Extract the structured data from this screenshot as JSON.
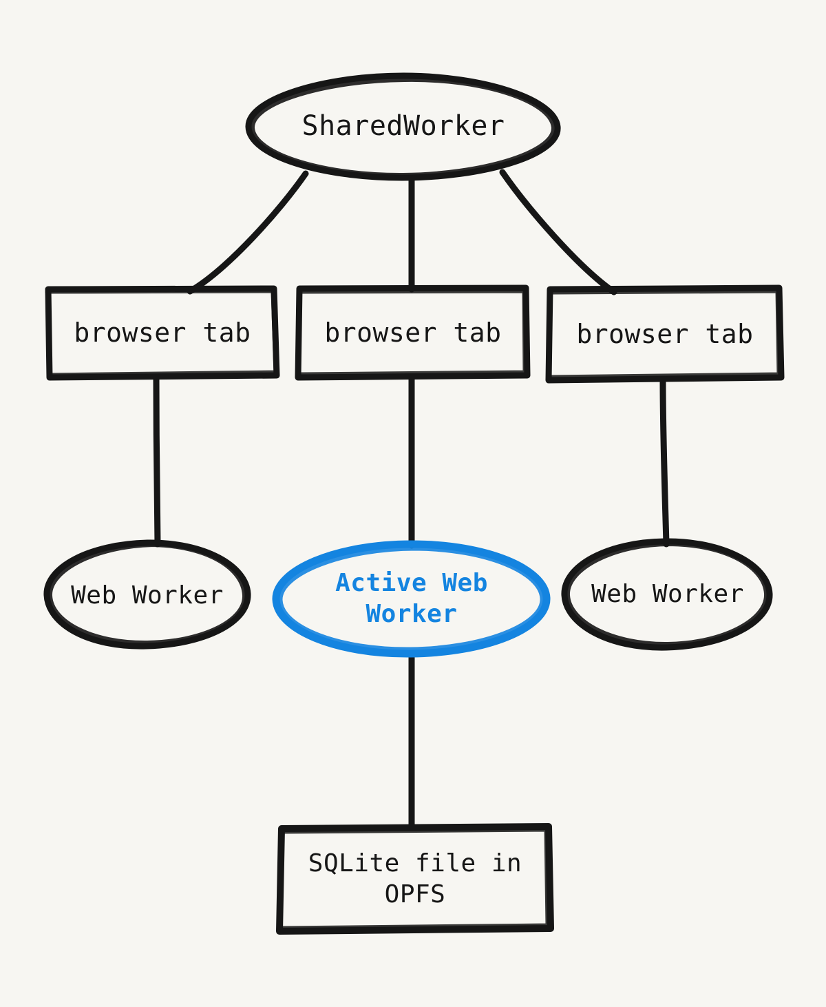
{
  "diagram": {
    "title": "SharedWorker / browser tab / Web Worker / OPFS architecture",
    "background_color": "#f7f6f2",
    "stroke_color": "#161616",
    "accent_color": "#1484e0",
    "style": "hand-drawn"
  },
  "nodes": {
    "shared_worker": {
      "label": "SharedWorker",
      "shape": "ellipse",
      "color": "#161616"
    },
    "tab_left": {
      "label": "browser tab",
      "shape": "rectangle",
      "color": "#161616"
    },
    "tab_center": {
      "label": "browser tab",
      "shape": "rectangle",
      "color": "#161616"
    },
    "tab_right": {
      "label": "browser tab",
      "shape": "rectangle",
      "color": "#161616"
    },
    "worker_left": {
      "label": "Web Worker",
      "shape": "ellipse",
      "color": "#161616"
    },
    "worker_active": {
      "label": "Active Web\nWorker",
      "shape": "ellipse",
      "color": "#1484e0",
      "emphasis": "bold"
    },
    "worker_right": {
      "label": "Web Worker",
      "shape": "ellipse",
      "color": "#161616"
    },
    "storage": {
      "label": "SQLite file in\nOPFS",
      "shape": "rectangle",
      "color": "#161616"
    }
  },
  "edges": [
    {
      "from": "shared_worker",
      "to": "tab_left",
      "style": "line"
    },
    {
      "from": "shared_worker",
      "to": "tab_center",
      "style": "line"
    },
    {
      "from": "shared_worker",
      "to": "tab_right",
      "style": "line"
    },
    {
      "from": "tab_left",
      "to": "worker_left",
      "style": "line"
    },
    {
      "from": "tab_center",
      "to": "worker_active",
      "style": "line"
    },
    {
      "from": "tab_right",
      "to": "worker_right",
      "style": "line"
    },
    {
      "from": "worker_active",
      "to": "storage",
      "style": "line"
    }
  ]
}
